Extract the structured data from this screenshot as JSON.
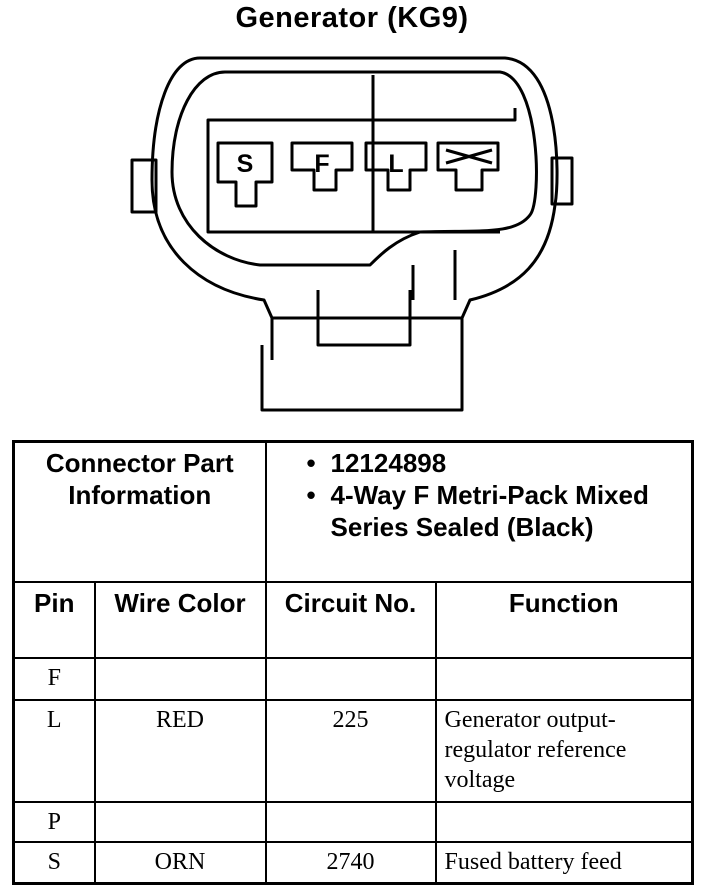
{
  "title": "Generator (KG9)",
  "connector": {
    "cavity_labels": [
      "S",
      "F",
      "L",
      ""
    ],
    "blocked_cavity_icon": "x-mark-icon"
  },
  "table": {
    "info_label": "Connector Part Information",
    "info_items": [
      "12124898",
      "4-Way F Metri-Pack Mixed Series Sealed (Black)"
    ],
    "headers": {
      "pin": "Pin",
      "wire_color": "Wire Color",
      "circuit_no": "Circuit No.",
      "function": "Function"
    },
    "rows": [
      {
        "pin": "F",
        "wire_color": "",
        "circuit": "",
        "function": ""
      },
      {
        "pin": "L",
        "wire_color": "RED",
        "circuit": "225",
        "function": "Generator output-regulator reference voltage"
      },
      {
        "pin": "P",
        "wire_color": "",
        "circuit": "",
        "function": ""
      },
      {
        "pin": "S",
        "wire_color": "ORN",
        "circuit": "2740",
        "function": "Fused battery feed"
      }
    ]
  }
}
